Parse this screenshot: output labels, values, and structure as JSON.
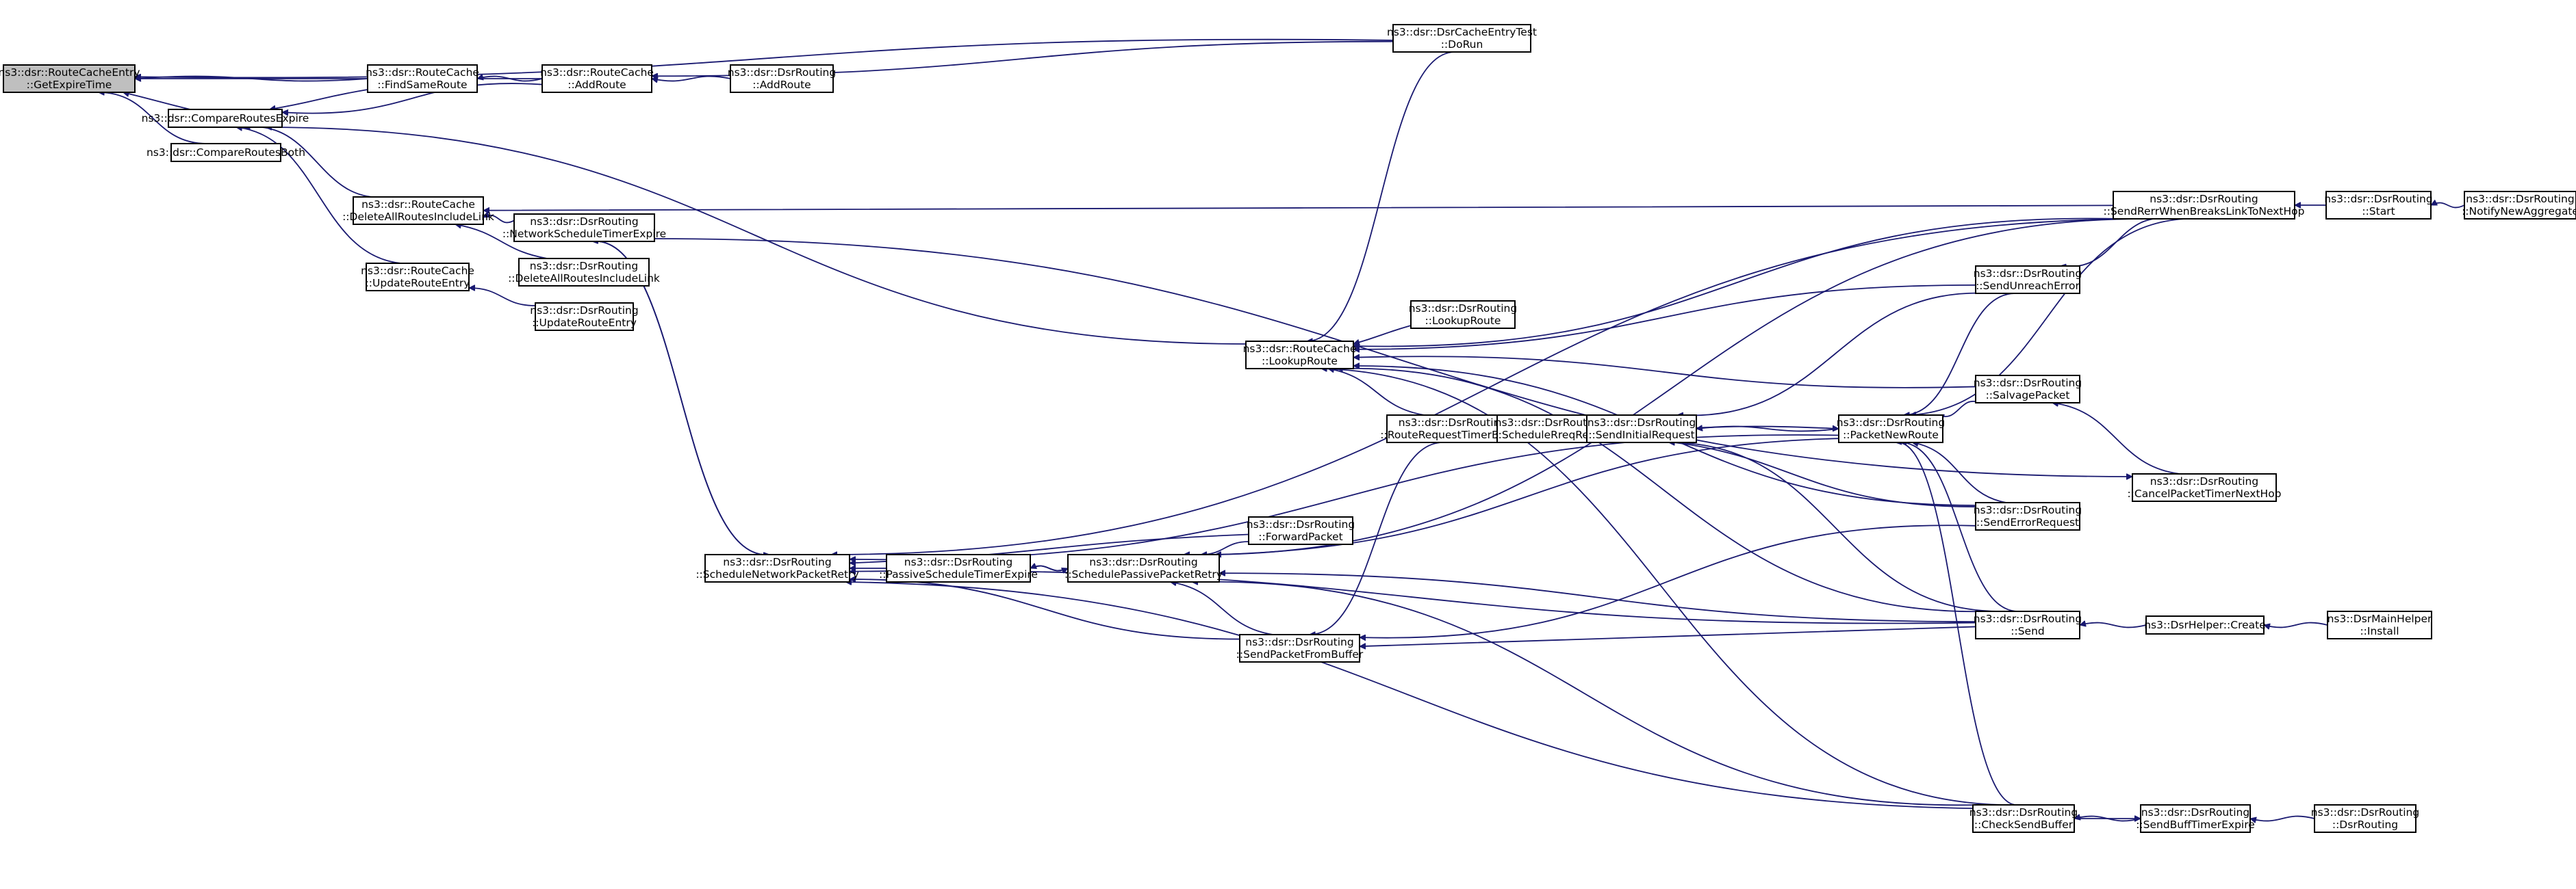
{
  "title": "Caller graph of ns3::dsr::RouteCacheEntry::GetExpireTime",
  "colors": {
    "edge": "#191970",
    "root_fill": "#bfbfbf",
    "node_fill": "#ffffff",
    "border": "#000000"
  },
  "nodes": [
    {
      "id": "GetExpireTime",
      "lines": [
        "ns3::dsr::RouteCacheEntry",
        "::GetExpireTime"
      ],
      "root": true
    },
    {
      "id": "CompareRoutesExpire",
      "lines": [
        "ns3::dsr::CompareRoutesExpire"
      ]
    },
    {
      "id": "CompareRoutesBoth",
      "lines": [
        "ns3::dsr::CompareRoutesBoth"
      ]
    },
    {
      "id": "FindSameRoute",
      "lines": [
        "ns3::dsr::RouteCache",
        "::FindSameRoute"
      ]
    },
    {
      "id": "RC_AddRoute",
      "lines": [
        "ns3::dsr::RouteCache",
        "::AddRoute"
      ]
    },
    {
      "id": "DR_AddRoute",
      "lines": [
        "ns3::dsr::DsrRouting",
        "::AddRoute"
      ]
    },
    {
      "id": "DoRun",
      "lines": [
        "ns3::dsr::DsrCacheEntryTest",
        "::DoRun"
      ]
    },
    {
      "id": "RC_DeleteAllRoutesIncludeLink",
      "lines": [
        "ns3::dsr::RouteCache",
        "::DeleteAllRoutesIncludeLink"
      ]
    },
    {
      "id": "NetworkScheduleTimerExpire",
      "lines": [
        "ns3::dsr::DsrRouting",
        "::NetworkScheduleTimerExpire"
      ]
    },
    {
      "id": "DR_DeleteAllRoutesIncludeLink",
      "lines": [
        "ns3::dsr::DsrRouting",
        "::DeleteAllRoutesIncludeLink"
      ]
    },
    {
      "id": "RC_UpdateRouteEntry",
      "lines": [
        "ns3::dsr::RouteCache",
        "::UpdateRouteEntry"
      ]
    },
    {
      "id": "DR_UpdateRouteEntry",
      "lines": [
        "ns3::dsr::DsrRouting",
        "::UpdateRouteEntry"
      ]
    },
    {
      "id": "RC_LookupRoute",
      "lines": [
        "ns3::dsr::RouteCache",
        "::LookupRoute"
      ]
    },
    {
      "id": "DR_LookupRoute",
      "lines": [
        "ns3::dsr::DsrRouting",
        "::LookupRoute"
      ]
    },
    {
      "id": "ScheduleNetworkPacketRetry",
      "lines": [
        "ns3::dsr::DsrRouting",
        "::ScheduleNetworkPacketRetry"
      ]
    },
    {
      "id": "PassiveScheduleTimerExpire",
      "lines": [
        "ns3::dsr::DsrRouting",
        "::PassiveScheduleTimerExpire"
      ]
    },
    {
      "id": "SchedulePassivePacketRetry",
      "lines": [
        "ns3::dsr::DsrRouting",
        "::SchedulePassivePacketRetry"
      ]
    },
    {
      "id": "ForwardPacket",
      "lines": [
        "ns3::dsr::DsrRouting",
        "::ForwardPacket"
      ]
    },
    {
      "id": "SendPacketFromBuffer",
      "lines": [
        "ns3::dsr::DsrRouting",
        "::SendPacketFromBuffer"
      ]
    },
    {
      "id": "RouteRequestTimerExpire",
      "lines": [
        "ns3::dsr::DsrRouting",
        "::RouteRequestTimerExpire"
      ]
    },
    {
      "id": "ScheduleRreqRetry",
      "lines": [
        "ns3::dsr::DsrRouting",
        "::ScheduleRreqRetry"
      ]
    },
    {
      "id": "SendInitialRequest",
      "lines": [
        "ns3::dsr::DsrRouting",
        "::SendInitialRequest"
      ]
    },
    {
      "id": "PacketNewRoute",
      "lines": [
        "ns3::dsr::DsrRouting",
        "::PacketNewRoute"
      ]
    },
    {
      "id": "SalvagePacket",
      "lines": [
        "ns3::dsr::DsrRouting",
        "::SalvagePacket"
      ]
    },
    {
      "id": "SendErrorRequest",
      "lines": [
        "ns3::dsr::DsrRouting",
        "::SendErrorRequest"
      ]
    },
    {
      "id": "SendUnreachError",
      "lines": [
        "ns3::dsr::DsrRouting",
        "::SendUnreachError"
      ]
    },
    {
      "id": "SendRerrWhenBreaksLinkToNextHop",
      "lines": [
        "ns3::dsr::DsrRouting",
        "::SendRerrWhenBreaksLinkToNextHop"
      ]
    },
    {
      "id": "Start",
      "lines": [
        "ns3::dsr::DsrRouting",
        "::Start"
      ]
    },
    {
      "id": "NotifyNewAggregate",
      "lines": [
        "ns3::dsr::DsrRouting",
        "::NotifyNewAggregate"
      ]
    },
    {
      "id": "CancelPacketTimerNextHop",
      "lines": [
        "ns3::dsr::DsrRouting",
        "::CancelPacketTimerNextHop"
      ]
    },
    {
      "id": "Send",
      "lines": [
        "ns3::dsr::DsrRouting",
        "::Send"
      ]
    },
    {
      "id": "DsrHelperCreate",
      "lines": [
        "ns3::DsrHelper::Create"
      ]
    },
    {
      "id": "DsrMainHelperInstall",
      "lines": [
        "ns3::DsrMainHelper",
        "::Install"
      ]
    },
    {
      "id": "CheckSendBuffer",
      "lines": [
        "ns3::dsr::DsrRouting",
        "::CheckSendBuffer"
      ]
    },
    {
      "id": "SendBuffTimerExpire",
      "lines": [
        "ns3::dsr::DsrRouting",
        "::SendBuffTimerExpire"
      ]
    },
    {
      "id": "DsrRoutingCtor",
      "lines": [
        "ns3::dsr::DsrRouting",
        "::DsrRouting"
      ]
    }
  ],
  "edges": [
    [
      "DoRun",
      "GetExpireTime"
    ],
    [
      "RC_AddRoute",
      "GetExpireTime"
    ],
    [
      "FindSameRoute",
      "GetExpireTime"
    ],
    [
      "CompareRoutesExpire",
      "GetExpireTime"
    ],
    [
      "CompareRoutesBoth",
      "GetExpireTime"
    ],
    [
      "RC_AddRoute",
      "FindSameRoute"
    ],
    [
      "DR_AddRoute",
      "RC_AddRoute"
    ],
    [
      "DoRun",
      "RC_AddRoute"
    ],
    [
      "FindSameRoute",
      "CompareRoutesExpire"
    ],
    [
      "RC_AddRoute",
      "CompareRoutesExpire"
    ],
    [
      "RC_LookupRoute",
      "CompareRoutesExpire"
    ],
    [
      "RC_DeleteAllRoutesIncludeLink",
      "CompareRoutesExpire"
    ],
    [
      "RC_UpdateRouteEntry",
      "CompareRoutesExpire"
    ],
    [
      "SendRerrWhenBreaksLinkToNextHop",
      "RC_DeleteAllRoutesIncludeLink"
    ],
    [
      "NetworkScheduleTimerExpire",
      "RC_DeleteAllRoutesIncludeLink"
    ],
    [
      "DR_DeleteAllRoutesIncludeLink",
      "RC_DeleteAllRoutesIncludeLink"
    ],
    [
      "DR_UpdateRouteEntry",
      "RC_UpdateRouteEntry"
    ],
    [
      "ScheduleNetworkPacketRetry",
      "NetworkScheduleTimerExpire"
    ],
    [
      "NetworkScheduleTimerExpire",
      "ScheduleNetworkPacketRetry"
    ],
    [
      "DoRun",
      "RC_LookupRoute"
    ],
    [
      "DR_LookupRoute",
      "RC_LookupRoute"
    ],
    [
      "SendRerrWhenBreaksLinkToNextHop",
      "RC_LookupRoute"
    ],
    [
      "SendUnreachError",
      "RC_LookupRoute"
    ],
    [
      "SalvagePacket",
      "RC_LookupRoute"
    ],
    [
      "RouteRequestTimerExpire",
      "RC_LookupRoute"
    ],
    [
      "SendErrorRequest",
      "RC_LookupRoute"
    ],
    [
      "Send",
      "RC_LookupRoute"
    ],
    [
      "CheckSendBuffer",
      "RC_LookupRoute"
    ],
    [
      "PassiveScheduleTimerExpire",
      "ScheduleNetworkPacketRetry"
    ],
    [
      "ForwardPacket",
      "ScheduleNetworkPacketRetry"
    ],
    [
      "PacketNewRoute",
      "ScheduleNetworkPacketRetry"
    ],
    [
      "SendPacketFromBuffer",
      "ScheduleNetworkPacketRetry"
    ],
    [
      "Send",
      "ScheduleNetworkPacketRetry"
    ],
    [
      "CheckSendBuffer",
      "ScheduleNetworkPacketRetry"
    ],
    [
      "SendRerrWhenBreaksLinkToNextHop",
      "ScheduleNetworkPacketRetry"
    ],
    [
      "SchedulePassivePacketRetry",
      "PassiveScheduleTimerExpire"
    ],
    [
      "PassiveScheduleTimerExpire",
      "SchedulePassivePacketRetry"
    ],
    [
      "ForwardPacket",
      "SchedulePassivePacketRetry"
    ],
    [
      "PacketNewRoute",
      "SchedulePassivePacketRetry"
    ],
    [
      "SendPacketFromBuffer",
      "SchedulePassivePacketRetry"
    ],
    [
      "Send",
      "SchedulePassivePacketRetry"
    ],
    [
      "CheckSendBuffer",
      "SchedulePassivePacketRetry"
    ],
    [
      "SendRerrWhenBreaksLinkToNextHop",
      "SchedulePassivePacketRetry"
    ],
    [
      "RouteRequestTimerExpire",
      "SendPacketFromBuffer"
    ],
    [
      "Send",
      "SendPacketFromBuffer"
    ],
    [
      "SendErrorRequest",
      "SendPacketFromBuffer"
    ],
    [
      "RouteRequestTimerExpire",
      "ScheduleRreqRetry"
    ],
    [
      "ScheduleRreqRetry",
      "RouteRequestTimerExpire"
    ],
    [
      "SendInitialRequest",
      "ScheduleRreqRetry"
    ],
    [
      "SendErrorRequest",
      "ScheduleRreqRetry"
    ],
    [
      "PacketNewRoute",
      "SendInitialRequest"
    ],
    [
      "SendUnreachError",
      "SendInitialRequest"
    ],
    [
      "Send",
      "SendInitialRequest"
    ],
    [
      "RouteRequestTimerExpire",
      "PacketNewRoute"
    ],
    [
      "SalvagePacket",
      "PacketNewRoute"
    ],
    [
      "SendUnreachError",
      "PacketNewRoute"
    ],
    [
      "SendRerrWhenBreaksLinkToNextHop",
      "PacketNewRoute"
    ],
    [
      "SendErrorRequest",
      "PacketNewRoute"
    ],
    [
      "Send",
      "PacketNewRoute"
    ],
    [
      "CheckSendBuffer",
      "PacketNewRoute"
    ],
    [
      "SendRerrWhenBreaksLinkToNextHop",
      "SendUnreachError"
    ],
    [
      "Start",
      "SendRerrWhenBreaksLinkToNextHop"
    ],
    [
      "NotifyNewAggregate",
      "Start"
    ],
    [
      "CancelPacketTimerNextHop",
      "SalvagePacket"
    ],
    [
      "NetworkScheduleTimerExpire",
      "CancelPacketTimerNextHop"
    ],
    [
      "DsrHelperCreate",
      "Send"
    ],
    [
      "DsrMainHelperInstall",
      "DsrHelperCreate"
    ],
    [
      "CheckSendBuffer",
      "SendBuffTimerExpire"
    ],
    [
      "SendBuffTimerExpire",
      "CheckSendBuffer"
    ],
    [
      "DsrRoutingCtor",
      "SendBuffTimerExpire"
    ]
  ]
}
